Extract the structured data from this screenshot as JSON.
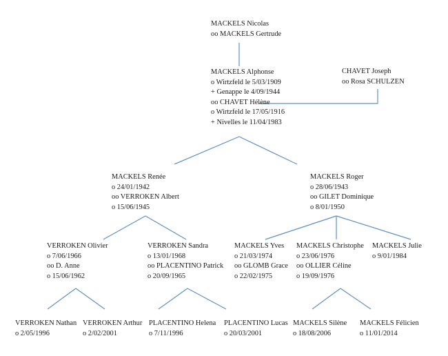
{
  "people": {
    "nicolas": [
      "MACKELS Nicolas",
      "oo MACKELS Gertrude"
    ],
    "joseph": [
      "CHAVET Joseph",
      "oo Rosa SCHULZEN"
    ],
    "alphonse": [
      "MACKELS Alphonse",
      "o Wirtzfeld le 5/03/1909",
      "+ Genappe le 4/09/1944",
      "oo CHAVET Hélène",
      "o Wirtzfeld le 17/05/1916",
      "+ Nivelles le 11/04/1983"
    ],
    "renee": [
      "MACKELS Renée",
      "o 24/01/1942",
      "oo VERROKEN Albert",
      "o 15/06/1945"
    ],
    "roger": [
      "MACKELS Roger",
      "o 28/06/1943",
      "oo GILET Dominique",
      "o 8/01/1950"
    ],
    "olivier": [
      "VERROKEN Olivier",
      "o 7/06/1966",
      "oo D. Anne",
      "o 15/06/1962"
    ],
    "sandra": [
      "VERROKEN Sandra",
      "o 13/01/1968",
      "oo PLACENTINO Patrick",
      "o 20/09/1965"
    ],
    "yves": [
      "MACKELS Yves",
      "o 21/03/1974",
      "oo GLOMB Grace",
      "o 22/02/1975"
    ],
    "christophe": [
      "MACKELS Christophe",
      "o 23/06/1976",
      "oo OLLIER Céline",
      "o 19/09/1976"
    ],
    "julie": [
      "MACKELS Julie",
      "o 9/01/1984"
    ],
    "nathan": [
      "VERROKEN Nathan",
      "o 2/05/1996"
    ],
    "arthur": [
      "VERROKEN Arthur",
      "o 2/02/2001"
    ],
    "helena": [
      "PLACENTINO Helena",
      "o 7/11/1996"
    ],
    "lucas": [
      "PLACENTINO Lucas",
      "o 20/03/2001"
    ],
    "silene": [
      "MACKELS Silène",
      "o 18/08/2006"
    ],
    "felicien": [
      "MACKELS Félicien",
      "o 11/01/2014"
    ]
  },
  "colors": {
    "connector": "#5f8fc4",
    "text": "#1a1a1a",
    "background": "#ffffff"
  }
}
